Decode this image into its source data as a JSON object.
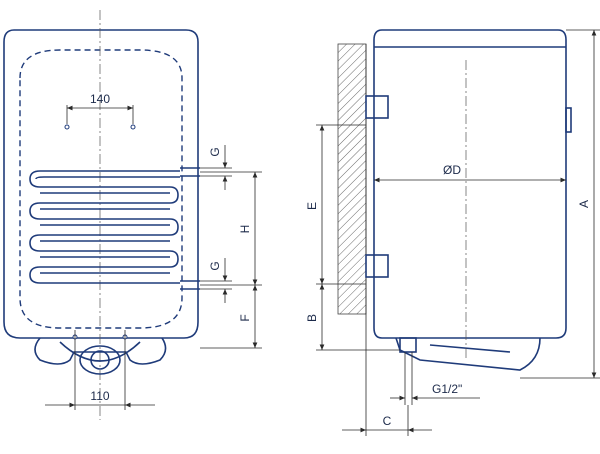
{
  "front_view": {
    "dim_top_inlet": "140",
    "dim_bottom_outlet": "110",
    "coil_connection_top": "G",
    "coil_connection_bottom": "G",
    "coil_spacing": "H",
    "bottom_offset": "F"
  },
  "side_view": {
    "height": "A",
    "bracket_spacing": "E",
    "bracket_bottom_offset": "B",
    "diameter": "ØD",
    "pipe_thread": "G1/2\"",
    "wall_offset": "C"
  },
  "colors": {
    "outline": "#1f3b7a",
    "tank_fill": "#eef2fa",
    "dimension_line": "#2a2a2a"
  }
}
